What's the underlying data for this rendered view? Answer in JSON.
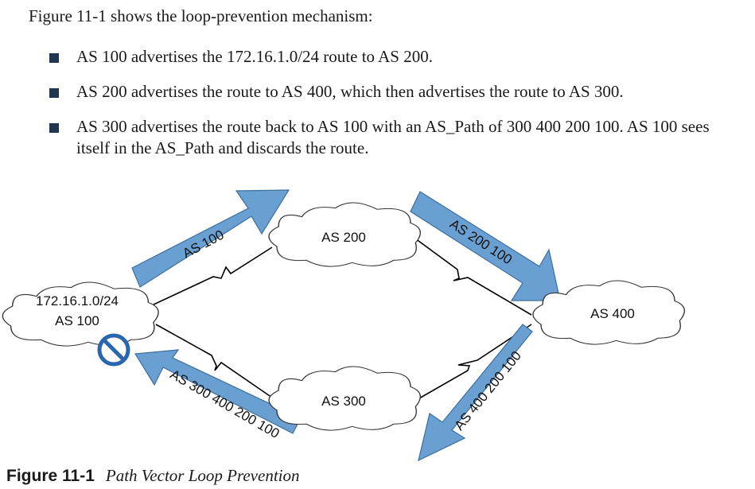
{
  "intro": "Figure 11-1 shows the loop-prevention mechanism:",
  "bullets": [
    "AS 100 advertises the 172.16.1.0/24 route to AS 200.",
    "AS 200 advertises the route to AS 400, which then advertises the route to AS 300.",
    "AS 300 advertises the route back to AS 100 with an AS_Path of 300 400 200 100. AS 100 sees itself in the AS_Path and discards the route."
  ],
  "diagram": {
    "nodes": {
      "as100_prefix": "172.16.1.0/24",
      "as100": "AS 100",
      "as200": "AS 200",
      "as300": "AS 300",
      "as400": "AS 400"
    },
    "arrows": {
      "to_as200": "AS 100",
      "to_as400": "AS 200 100",
      "to_as300": "AS 400 200 100",
      "to_as100": "AS 300 400 200 100"
    },
    "colors": {
      "arrow_fill": "#6a9fd2",
      "arrow_stroke": "#3d6f9f",
      "block_icon": "#2a65b0"
    }
  },
  "caption": {
    "label": "Figure 11-1",
    "title": "Path Vector Loop Prevention"
  }
}
